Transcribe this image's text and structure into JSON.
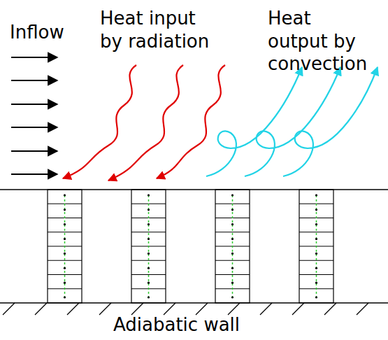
{
  "diagram": {
    "labels": [
      "Inflow",
      "Heat input by radiation",
      "Heat output by convection",
      "Adiabatic wall"
    ]
  }
}
